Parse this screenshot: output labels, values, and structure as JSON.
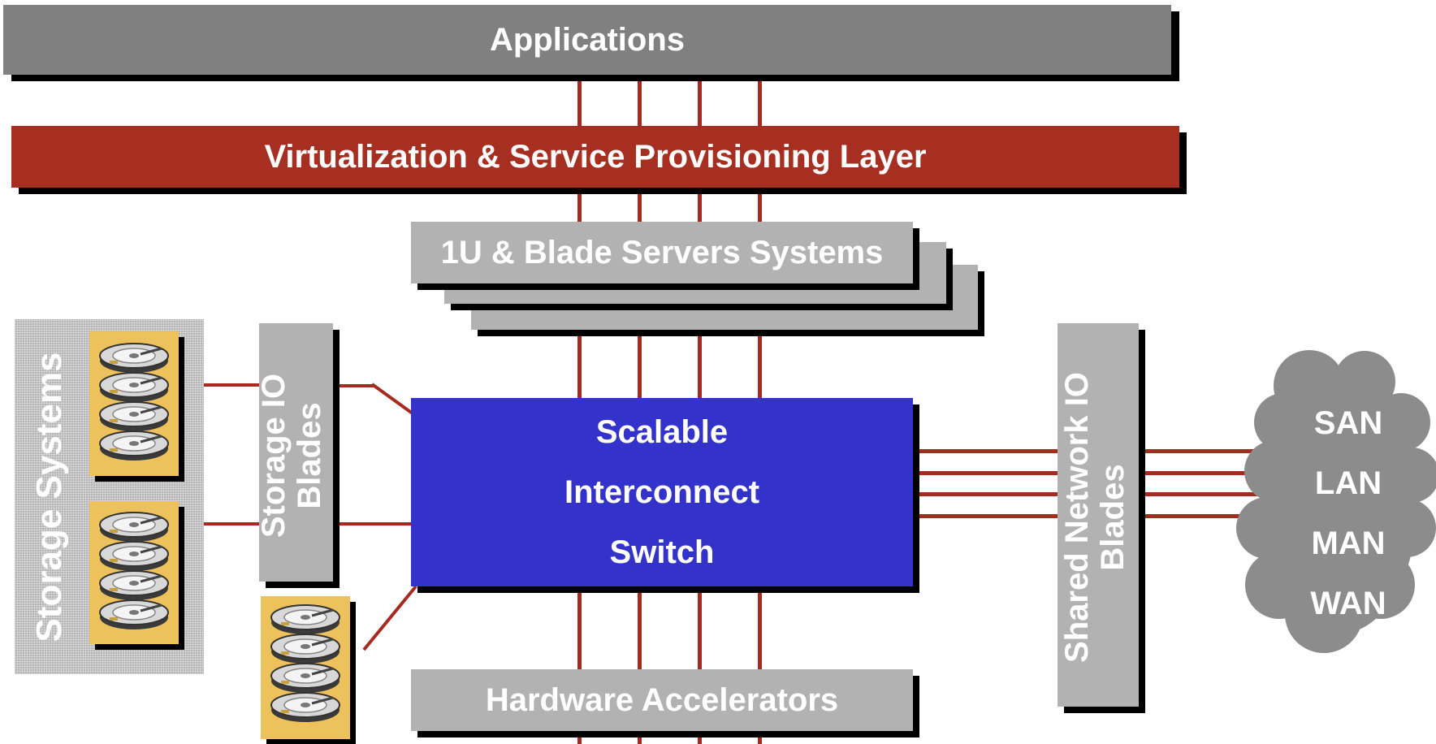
{
  "layers": {
    "applications": "Applications",
    "virtualization": "Virtualization & Service Provisioning Layer",
    "servers": "1U & Blade Servers Systems",
    "hardware_accelerators": "Hardware Accelerators"
  },
  "switch": {
    "line1": "Scalable",
    "line2": "Interconnect",
    "line3": "Switch"
  },
  "storage": {
    "systems": "Storage Systems",
    "io_blades_line1": "Storage IO",
    "io_blades_line2": "Blades"
  },
  "network": {
    "shared_line1": "Shared Network IO",
    "shared_line2": "Blades",
    "cloud": [
      "SAN",
      "LAN",
      "MAN",
      "WAN"
    ]
  },
  "colors": {
    "applications": "#808080",
    "virtualization": "#a62f21",
    "gray_box": "#b2b2b2",
    "switch": "#3333cc",
    "wire": "#a52a1f",
    "disk_panel": "#edc25c",
    "cloud": "#8c8c8c"
  },
  "icons": [
    "hard-drive-icon",
    "cloud-icon"
  ]
}
